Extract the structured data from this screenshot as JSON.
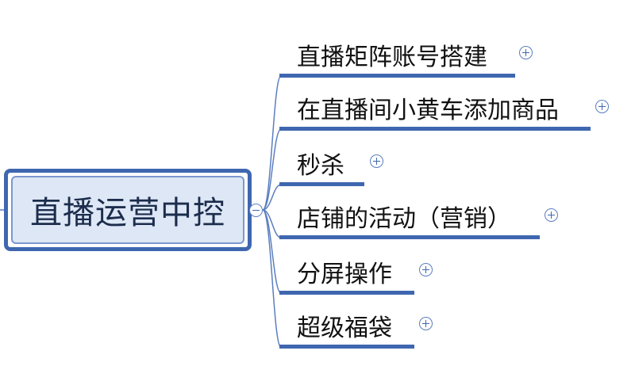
{
  "mindmap": {
    "root": {
      "label": "直播运营中控"
    },
    "branches": [
      {
        "label": "直播矩阵账号搭建"
      },
      {
        "label": "在直播间小黄车添加商品"
      },
      {
        "label": "秒杀"
      },
      {
        "label": "店铺的活动（营销）"
      },
      {
        "label": "分屏操作"
      },
      {
        "label": "超级福袋"
      }
    ]
  },
  "colors": {
    "connector": "#5b7ec0",
    "underline": "#3f67b0",
    "root_border": "#3f67b0",
    "root_fill": "#dde7f5"
  }
}
